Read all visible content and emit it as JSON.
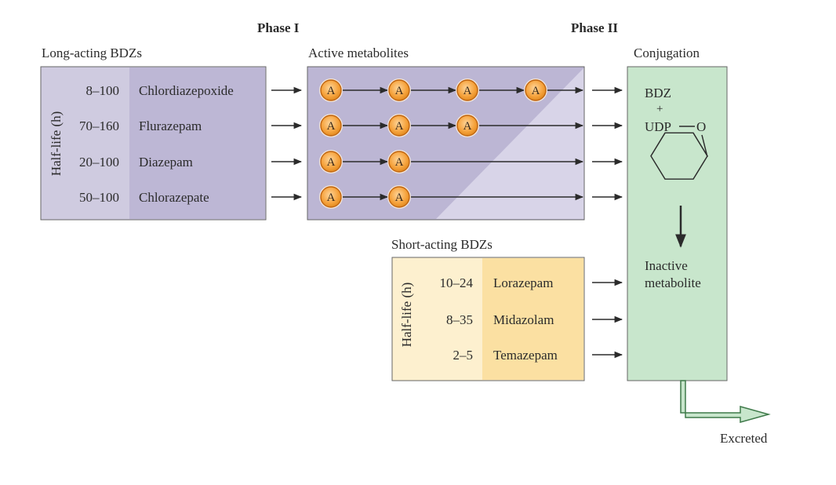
{
  "phases": {
    "phase1": "Phase I",
    "phase2": "Phase II"
  },
  "long_acting": {
    "title": "Long-acting BDZs",
    "axis_label": "Half-life (h)",
    "rows": [
      {
        "half_life": "8–100",
        "drug": "Chlordiazepoxide",
        "metabolites": 4
      },
      {
        "half_life": "70–160",
        "drug": "Flurazepam",
        "metabolites": 3
      },
      {
        "half_life": "20–100",
        "drug": "Diazepam",
        "metabolites": 2
      },
      {
        "half_life": "50–100",
        "drug": "Chlorazepate",
        "metabolites": 2
      }
    ]
  },
  "active_metabolites": {
    "title": "Active metabolites",
    "marker": "A"
  },
  "short_acting": {
    "title": "Short-acting BDZs",
    "axis_label": "Half-life (h)",
    "rows": [
      {
        "half_life": "10–24",
        "drug": "Lorazepam"
      },
      {
        "half_life": "8–35",
        "drug": "Midazolam"
      },
      {
        "half_life": "2–5",
        "drug": "Temazepam"
      }
    ]
  },
  "conjugation": {
    "title": "Conjugation",
    "line1": "BDZ",
    "plus": "+",
    "udp": "UDP",
    "oxygen": "O",
    "product_line1": "Inactive",
    "product_line2": "metabolite"
  },
  "excreted": "Excreted",
  "colors": {
    "long_box_light": "#cfcbe0",
    "long_box_dark": "#bfbad6",
    "metab_box_dark": "#bcb6d4",
    "metab_box_light": "#d6d2e6",
    "short_box_light": "#fdf0cf",
    "short_box_dark": "#fbe2a6",
    "conj_box": "#c8e6cc",
    "circle_fill": "#f5a13a",
    "circle_stroke": "#c76a10",
    "border": "#555555"
  }
}
